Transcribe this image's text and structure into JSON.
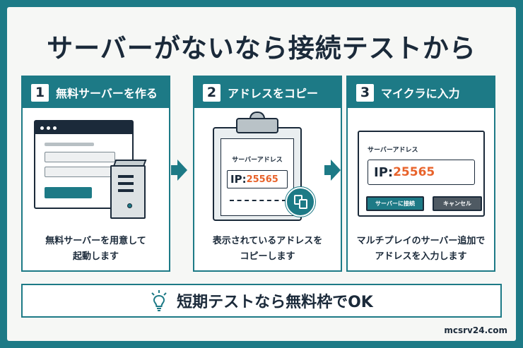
{
  "title": "サーバーがないなら接続テストから",
  "steps": [
    {
      "number": "1",
      "title": "無料サーバーを作る",
      "desc_line1": "無料サーバーを用意して",
      "desc_line2": "起動します"
    },
    {
      "number": "2",
      "title": "アドレスをコピー",
      "desc_line1": "表示されているアドレスを",
      "desc_line2": "コピーします"
    },
    {
      "number": "3",
      "title": "マイクラに入力",
      "desc_line1": "マルチプレイのサーバー追加で",
      "desc_line2": "アドレスを入力します"
    }
  ],
  "clipboard": {
    "label": "サーバーアドレス",
    "ip_prefix": "IP:",
    "ip_value": "25565"
  },
  "dialog": {
    "label": "サーバーアドレス",
    "ip_prefix": "IP:",
    "ip_value": "25565",
    "connect_label": "サーバーに接続",
    "cancel_label": "キャンセル"
  },
  "banner": {
    "text": "短期テストなら無料枠でOK",
    "icon": "lightbulb-icon"
  },
  "footer": "mcsrv24.com",
  "colors": {
    "accent": "#1d7a86",
    "dark": "#1b2a3a",
    "highlight": "#e8632b",
    "button_dark": "#4f5a63"
  }
}
